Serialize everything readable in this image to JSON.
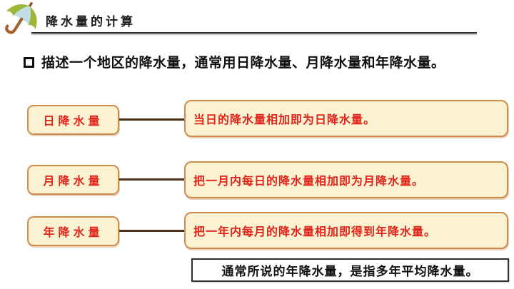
{
  "header": {
    "title": "降水量的计算",
    "icon": "umbrella-icon"
  },
  "intro": {
    "text": "描述一个地区的降水量，通常用日降水量、月降水量和年降水量。"
  },
  "rows": [
    {
      "term": "日降水量",
      "definition": "当日的降水量相加即为日降水量。"
    },
    {
      "term": "月降水量",
      "definition": "把一月内每日的降水量相加即为月降水量。"
    },
    {
      "term": "年降水量",
      "definition": "把一年内每月的降水量相加即得到年降水量。"
    }
  ],
  "note": {
    "text": "通常所说的年降水量，是指多年平均降水量。"
  },
  "colors": {
    "term_text": "#e2231a",
    "box_fill": "#fbf2d2",
    "box_border": "#cf8b4c",
    "connector": "#4a3018",
    "title_text": "#1c1c1c",
    "note_border": "#2e2e2e",
    "umbrella_green": "#9ab836",
    "umbrella_blue": "#c2dde3",
    "umbrella_handle": "#a5612f"
  }
}
